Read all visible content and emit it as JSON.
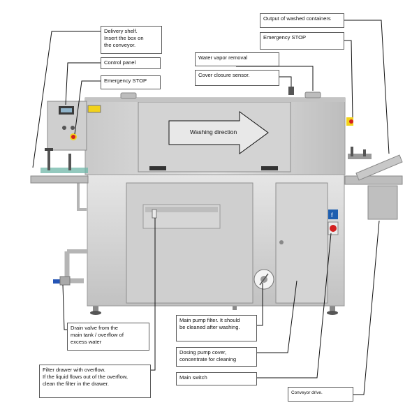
{
  "diagram": {
    "machine_text": {
      "washing_direction": "Washing direction"
    },
    "callouts": {
      "delivery_shelf": "Delivery shelf.\nInsert the box on\nthe conveyor.",
      "control_panel": "Control panel",
      "emergency_stop_left": "Emergency STOP",
      "output_containers": "Output of washed containers",
      "emergency_stop_right": "Emergency STOP",
      "water_vapor_removal": "Water vapor removal",
      "cover_closure_sensor": "Cover closure sensor.",
      "drain_valve": "Drain valve from the\nmain tank / overflow of\nexcess water",
      "filter_drawer": "Filter drawer with overflow.\nIf the liquid flows out of the overflow,\nclean the filter in the drawer.",
      "main_pump_filter": "Main pump filter. It should\nbe cleaned after washing.",
      "dosing_pump_cover": "Dosing pump cover,\nconcentrate for cleaning",
      "main_switch": "Main switch",
      "conveyor_drive": "Conveyor drive."
    }
  },
  "colors": {
    "steel_light": "#d9d9d9",
    "steel_mid": "#c4c4c4",
    "steel_dark": "#9a9a9a",
    "estop_red": "#d32020",
    "warning_yellow": "#f2d21b",
    "info_blue": "#1f5fb0",
    "conveyor_teal": "#6fb7a8",
    "valve_blue": "#2454b5"
  }
}
